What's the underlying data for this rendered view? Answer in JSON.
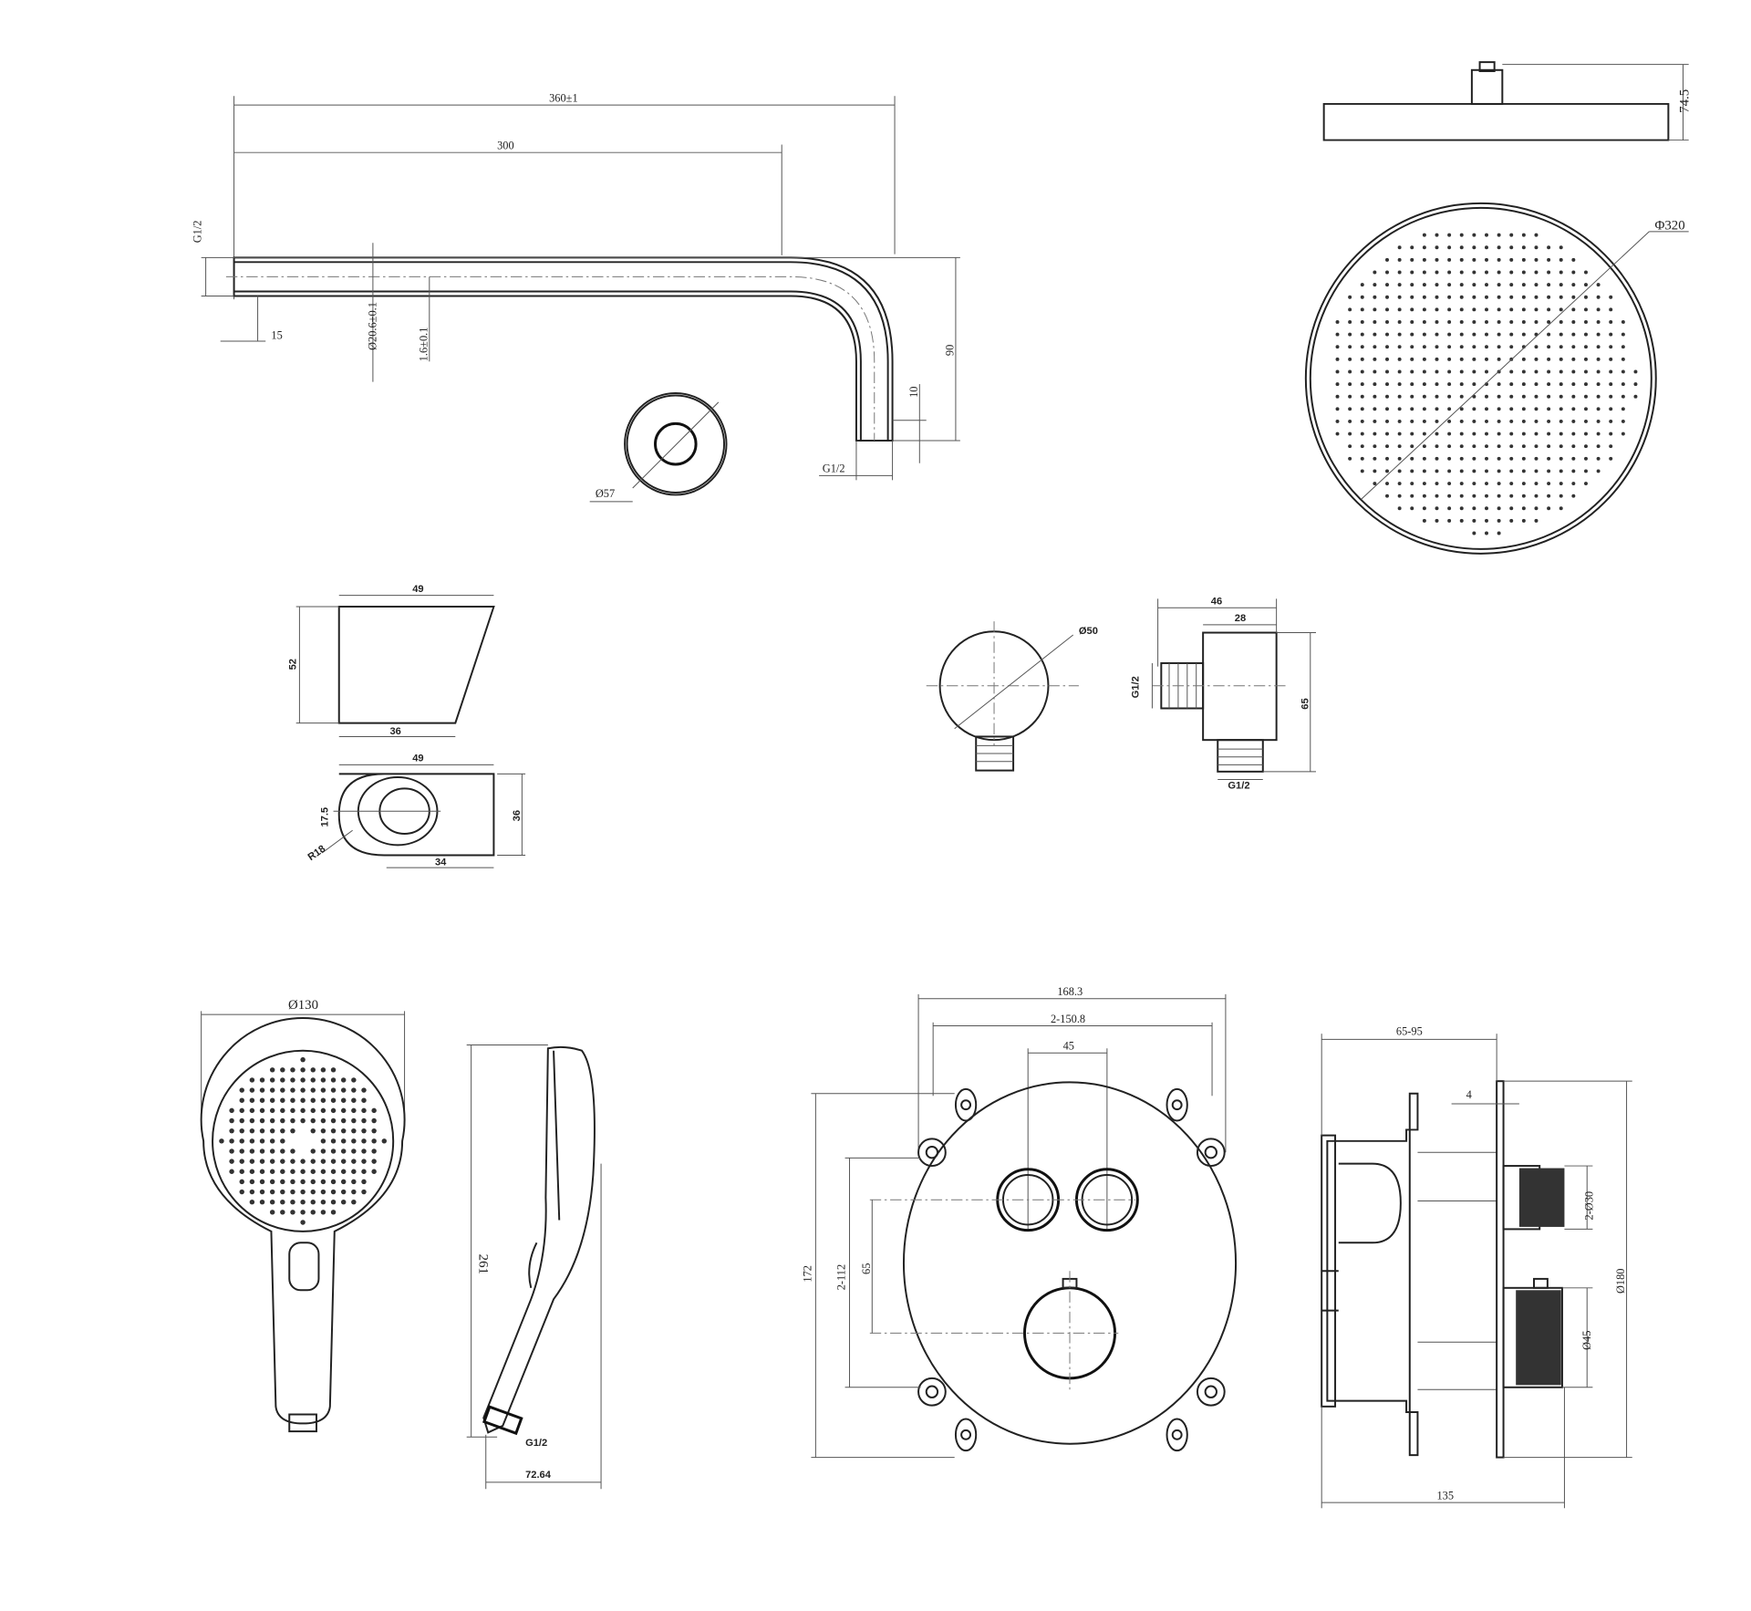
{
  "shower_arm": {
    "overall_length": "360±1",
    "straight_length": "300",
    "thread_inlet": "G1/2",
    "thread_length": "15",
    "outer_diameter": "Ø20.6±0.1",
    "wall_thickness": "1.6±0.1",
    "drop_height": "90",
    "outlet_length": "10",
    "thread_outlet": "G1/2",
    "flange_diameter": "Ø57"
  },
  "rain_head": {
    "height": "74.5",
    "diameter": "Φ320"
  },
  "handshower_holder": {
    "width_top": "49",
    "height": "52",
    "width_bottom": "36",
    "width_plan": "49",
    "slot": "17.5",
    "depth": "36",
    "radius": "R18",
    "base": "34"
  },
  "wall_outlet": {
    "diameter": "Ø50",
    "depth": "46",
    "body": "28",
    "height": "65",
    "thread_side": "G1/2",
    "thread_bottom": "G1/2"
  },
  "hand_shower": {
    "diameter": "Ø130",
    "length": "261",
    "thread": "G1/2",
    "depth": "72.64"
  },
  "valve_front": {
    "overall_width": "168.3",
    "hole_spacing_h": "2-150.8",
    "button_spacing": "45",
    "overall_height": "172",
    "hole_spacing_v": "2-112",
    "knob_offset": "65"
  },
  "valve_side": {
    "install_depth": "65-95",
    "plate_thickness": "4",
    "button_diameter": "2-Ø30",
    "plate_diameter": "Ø180",
    "knob_diameter": "Ø45",
    "total_depth": "135"
  }
}
